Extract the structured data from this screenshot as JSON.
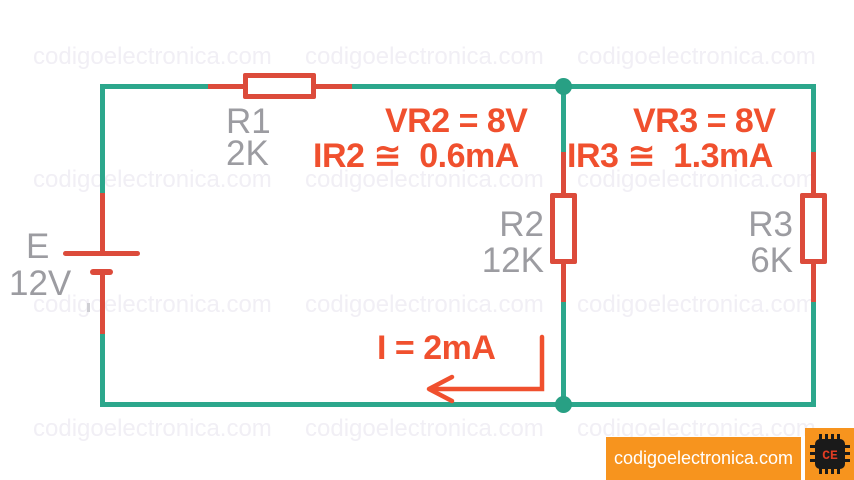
{
  "colors": {
    "wire_teal": "#2ca78c",
    "component_red": "#dc4b3b",
    "annotation_red": "#f0502e",
    "label_gray": "#9c9ca1",
    "watermark_gray": "#f1eff5",
    "logo_orange": "#f7941e",
    "chip_body": "#1a1a1a",
    "chip_text": "#e03c23",
    "background": "#ffffff"
  },
  "circuit": {
    "source": {
      "name": "E",
      "value": "12V"
    },
    "resistors": [
      {
        "name": "R1",
        "value": "2K"
      },
      {
        "name": "R2",
        "value": "12K"
      },
      {
        "name": "R3",
        "value": "6K"
      }
    ],
    "annotations": {
      "vr2": "VR2 = 8V",
      "ir2": "IR2 ≅  0.6mA",
      "vr3": "VR3 = 8V",
      "ir3": "IR3 ≅  1.3mA",
      "total_current": "I = 2mA"
    }
  },
  "watermark": {
    "text": "codigoelectronica.com",
    "columns": [
      33,
      305,
      577
    ],
    "rows": [
      43,
      166,
      291,
      415
    ]
  },
  "footer": {
    "site": "codigoelectronica.com",
    "logo_text": "CE"
  }
}
